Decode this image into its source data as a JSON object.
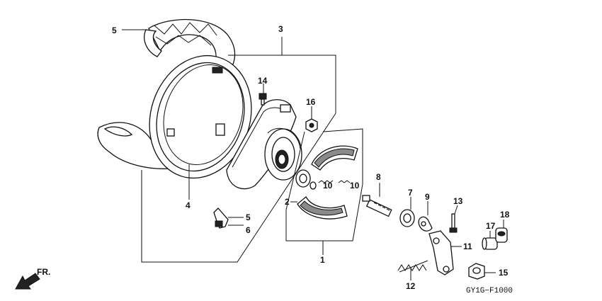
{
  "diagram": {
    "drawing_code": "GY1G−F1000",
    "direction_label": "FR.",
    "callouts": [
      {
        "id": "c5a",
        "text": "5"
      },
      {
        "id": "c3",
        "text": "3"
      },
      {
        "id": "c14",
        "text": "14"
      },
      {
        "id": "c16",
        "text": "16"
      },
      {
        "id": "c4",
        "text": "4"
      },
      {
        "id": "c2",
        "text": "2"
      },
      {
        "id": "c10a",
        "text": "10"
      },
      {
        "id": "c10b",
        "text": "10"
      },
      {
        "id": "c8",
        "text": "8"
      },
      {
        "id": "c7",
        "text": "7"
      },
      {
        "id": "c9",
        "text": "9"
      },
      {
        "id": "c13",
        "text": "13"
      },
      {
        "id": "c18",
        "text": "18"
      },
      {
        "id": "c17",
        "text": "17"
      },
      {
        "id": "c5b",
        "text": "5"
      },
      {
        "id": "c6",
        "text": "6"
      },
      {
        "id": "c11",
        "text": "11"
      },
      {
        "id": "c1",
        "text": "1"
      },
      {
        "id": "c15",
        "text": "15"
      },
      {
        "id": "c12",
        "text": "12"
      }
    ]
  }
}
